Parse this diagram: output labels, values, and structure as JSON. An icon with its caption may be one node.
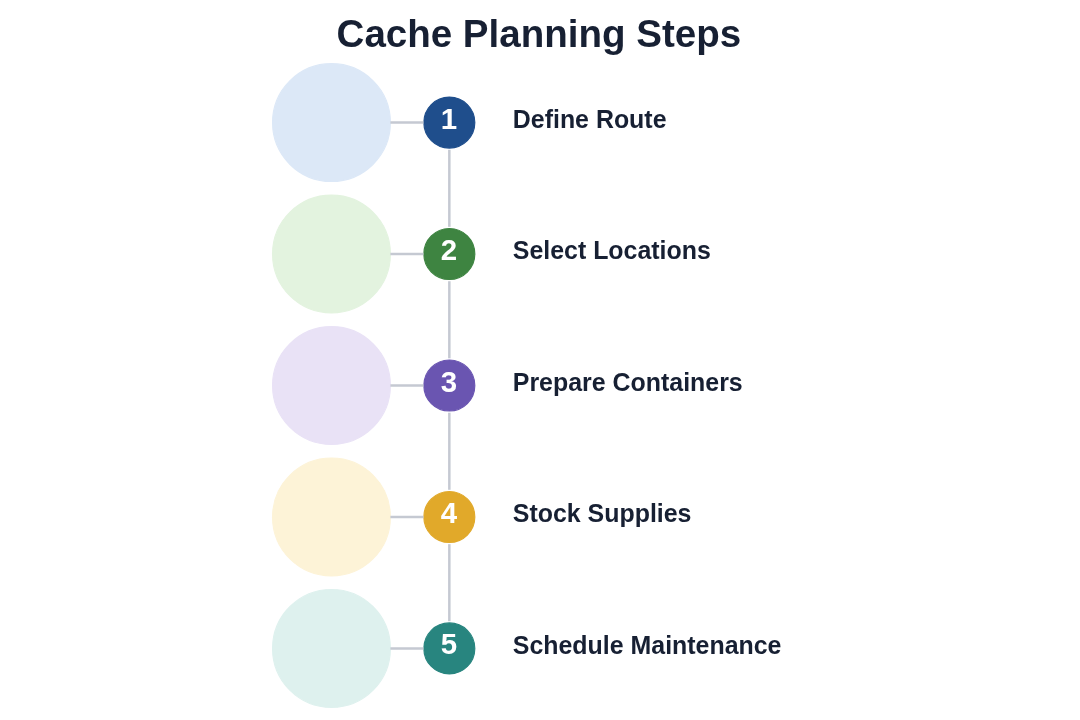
{
  "diagram": {
    "title": "Cache Planning Steps",
    "nodes": [
      {
        "text": [],
        "shape": "circle"
      },
      {
        "text": [
          "1"
        ],
        "beside": [
          "Define Route"
        ]
      },
      {
        "text": [],
        "shape": "circle"
      },
      {
        "text": [
          "2"
        ],
        "beside": [
          "Select Locations"
        ]
      },
      {
        "text": [],
        "shape": "circle"
      },
      {
        "text": [
          "3"
        ],
        "beside": [
          "Prepare Containers"
        ]
      },
      {
        "text": [],
        "shape": "circle"
      },
      {
        "text": [
          "4"
        ],
        "beside": [
          "Stock Supplies"
        ]
      },
      {
        "text": [],
        "shape": "circle"
      },
      {
        "text": [
          "5"
        ],
        "beside": [
          "Schedule Maintenance"
        ]
      }
    ],
    "edges": [
      {
        "from": 0,
        "to": 1,
        "arrow": "none"
      },
      {
        "from": 1,
        "to": 3,
        "arrow": "none"
      },
      {
        "from": 2,
        "to": 3,
        "arrow": "none"
      },
      {
        "from": 3,
        "to": 5,
        "arrow": "none"
      },
      {
        "from": 4,
        "to": 5,
        "arrow": "none"
      },
      {
        "from": 5,
        "to": 7,
        "arrow": "none"
      },
      {
        "from": 6,
        "to": 7,
        "arrow": "none"
      },
      {
        "from": 7,
        "to": 9,
        "arrow": "none"
      },
      {
        "from": 8,
        "to": 9,
        "arrow": "none"
      }
    ]
  }
}
